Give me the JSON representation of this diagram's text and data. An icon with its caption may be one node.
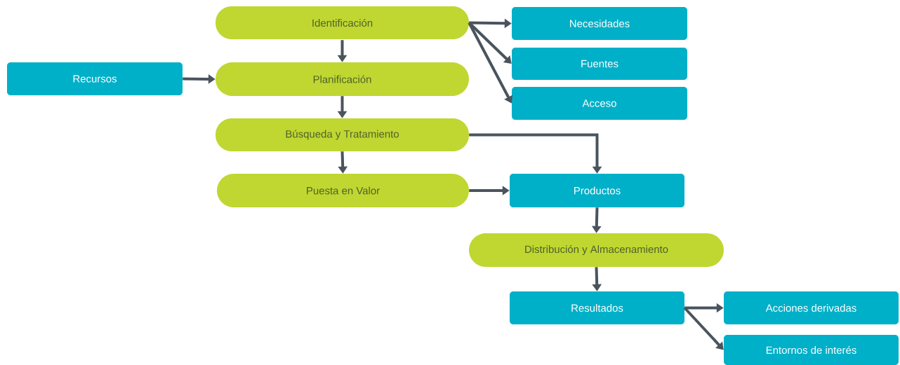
{
  "diagram": {
    "nodes": [
      {
        "text": [
          "Identificación"
        ]
      },
      {
        "text": [
          "Necesidades"
        ]
      },
      {
        "text": [
          "Fuentes"
        ]
      },
      {
        "text": [
          "Acceso"
        ]
      },
      {
        "text": [
          "Recursos"
        ]
      },
      {
        "text": [
          "Planificación"
        ]
      },
      {
        "text": [
          "Búsqueda y Tratamiento"
        ]
      },
      {
        "text": [
          "Puesta en Valor"
        ]
      },
      {
        "text": [
          "Productos"
        ]
      },
      {
        "text": [
          "Distribución y Almacenamiento"
        ]
      },
      {
        "text": [
          "Resultados"
        ]
      },
      {
        "text": [
          "Acciones derivadas"
        ]
      },
      {
        "text": [
          "Entornos de interés"
        ]
      }
    ],
    "edges": [
      {
        "from": 0,
        "to": 1,
        "arrow": "to"
      },
      {
        "from": 0,
        "to": 2,
        "arrow": "to"
      },
      {
        "from": 0,
        "to": 3,
        "arrow": "to"
      },
      {
        "from": 0,
        "to": 5,
        "arrow": "to"
      },
      {
        "from": 4,
        "to": 5,
        "arrow": "to"
      },
      {
        "from": 5,
        "to": 6,
        "arrow": "to"
      },
      {
        "from": 6,
        "to": 7,
        "arrow": "to"
      },
      {
        "from": 6,
        "to": 8,
        "arrow": "to"
      },
      {
        "from": 7,
        "to": 8,
        "arrow": "to"
      },
      {
        "from": 8,
        "to": 9,
        "arrow": "to"
      },
      {
        "from": 9,
        "to": 10,
        "arrow": "to"
      },
      {
        "from": 10,
        "to": 11,
        "arrow": "to"
      },
      {
        "from": 10,
        "to": 12,
        "arrow": "to"
      }
    ]
  }
}
